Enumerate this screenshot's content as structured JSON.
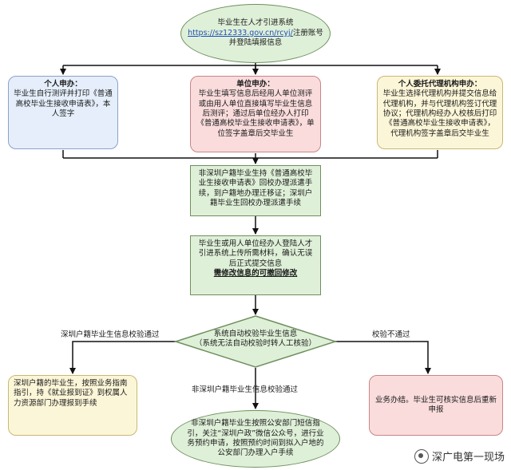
{
  "start": {
    "line1": "毕业生在人才引进系统",
    "link": "https://sz12333.gov.cn/rcyj/",
    "line2_suffix": "注册账号",
    "line3": "并登陆填报信息"
  },
  "personal": {
    "title": "个人申办：",
    "text": "毕业生自行测评并打印《普通高校毕业生接收申请表》，本人签字"
  },
  "unit": {
    "title": "单位申办：",
    "text": "毕业生填写信息后经用人单位测评或由用人单位直接填写毕业生信息后测评；通过后单位经办人打印《普通高校毕业生接收申请表》，单位签字盖章后交毕业生"
  },
  "agency": {
    "title": "个人委托代理机构申办：",
    "text": "毕业生选择代理机构并提交信息给代理机构，并与代理机构签订代理协议；代理机构经办人校核后打印《普通高校毕业生接收申请表》，代理机构签字盖章后交毕业生"
  },
  "step_recall": {
    "text": "非深圳户籍毕业生持《普通高校毕业生接收申请表》回校办理派遣手续，到户籍地办理迁移证；深圳户籍毕业生回校办理派遣手续"
  },
  "step_upload": {
    "text": "毕业生或用人单位经办人登陆人才引进系统上传所需材料，确认无误后正式提交信息",
    "emph": "需修改信息的可撤回修改"
  },
  "decision": {
    "line1": "系统自动校验毕业生信息",
    "line2": "（系统无法自动校验时转人工核验）"
  },
  "labels": {
    "left": "深圳户籍毕业生信息校验通过",
    "right": "校验不通过",
    "down": "非深圳户籍毕业生信息校验通过"
  },
  "sz_result": {
    "text": "深圳户籍的毕业生，按照业务指南指引，持《就业报到证》到权属人力资源部门办理报到手续"
  },
  "fail_result": {
    "text": "业务办结。毕业生可核实信息后重新申报"
  },
  "final": {
    "text": "非深圳户籍毕业生按照公安部门短信指引，关注“深圳户政”微信公众号，进行业务预约申请，按照预约时间到拟入户地的公安部门办理入户手续"
  },
  "watermark": {
    "text": "深广电第一现场",
    "icon": "wechat-icon"
  }
}
